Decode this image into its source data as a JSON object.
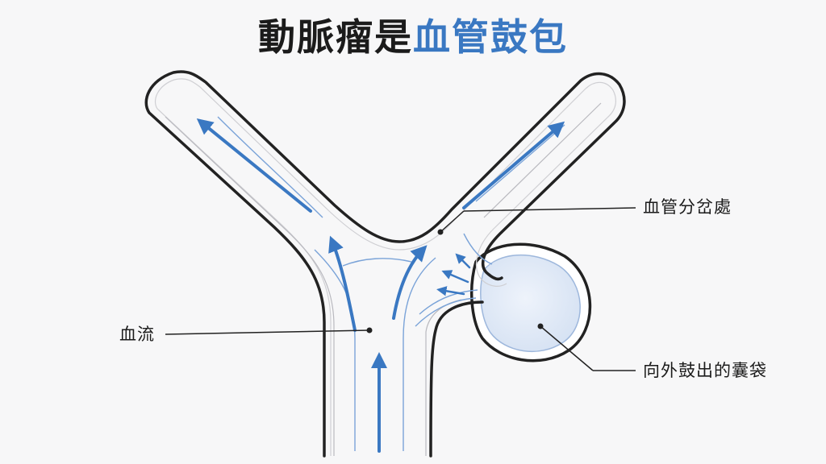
{
  "title": {
    "part1": "動脈瘤是",
    "part2": "血管鼓包"
  },
  "labels": {
    "bifurcation": "血管分岔處",
    "blood_flow": "血流",
    "aneurysm_sac": "向外鼓出的囊袋"
  },
  "colors": {
    "title_dark": "#1b1b1b",
    "accent_blue": "#3a78c2",
    "vessel_outline": "#222222",
    "aneurysm_fill": "#dfe8f6",
    "background": "#f7f7f8"
  },
  "icons": {
    "flow_arrows": "arrow-icon"
  }
}
